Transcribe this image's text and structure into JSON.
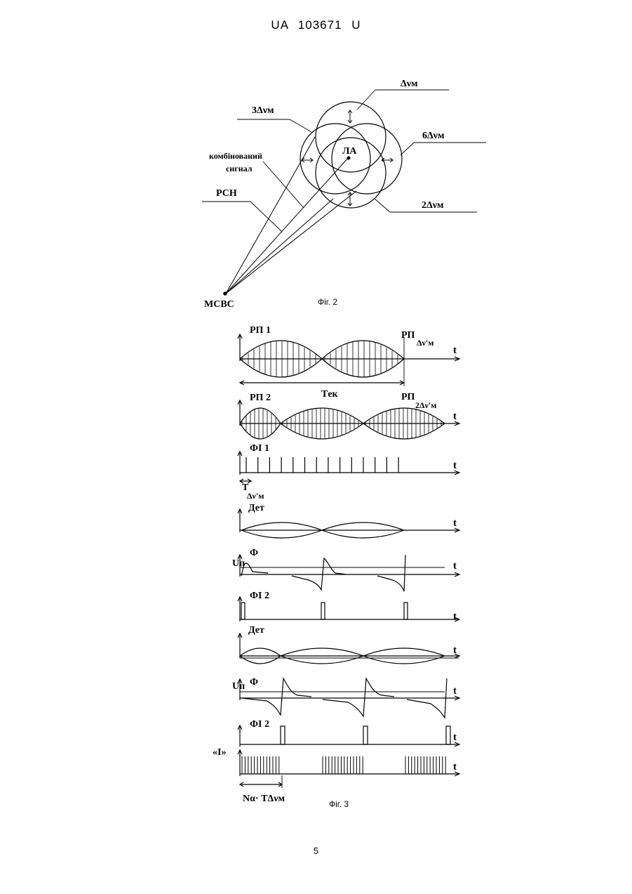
{
  "header": {
    "text": "UA   103671   U"
  },
  "page_number": "5",
  "fig2": {
    "caption": "Фіг. 2",
    "labels": {
      "dv": "Δνм",
      "three_dv": "3Δνм",
      "six_dv": "6Δνм",
      "two_dv": "2Δνм",
      "combined_1": "комбінований",
      "combined_2": "сигнал",
      "rsn": "РСН",
      "la": "ЛА",
      "msvs": "МСВС"
    }
  },
  "fig3": {
    "caption": "Фіг. 3",
    "t": "t",
    "rp1": "РП 1",
    "rp_dv": "РП",
    "rp_dv_sub": "Δν'м",
    "tek": "Tек",
    "rp2": "РП 2",
    "rp2_dv": "РП",
    "rp2_dv_sub": "2Δν'м",
    "fi1": "ФІ 1",
    "t_dv": "T",
    "t_dv_sub": "Δν'м",
    "det1": "Дет",
    "up1": "Uп",
    "phi1": "Ф",
    "fi2a": "ФІ 2",
    "det2": "Дет",
    "up2": "Uп",
    "phi2": "Ф",
    "fi2b": "ФІ 2",
    "one": "«І»",
    "n_label": "Nα· TΔνм"
  }
}
